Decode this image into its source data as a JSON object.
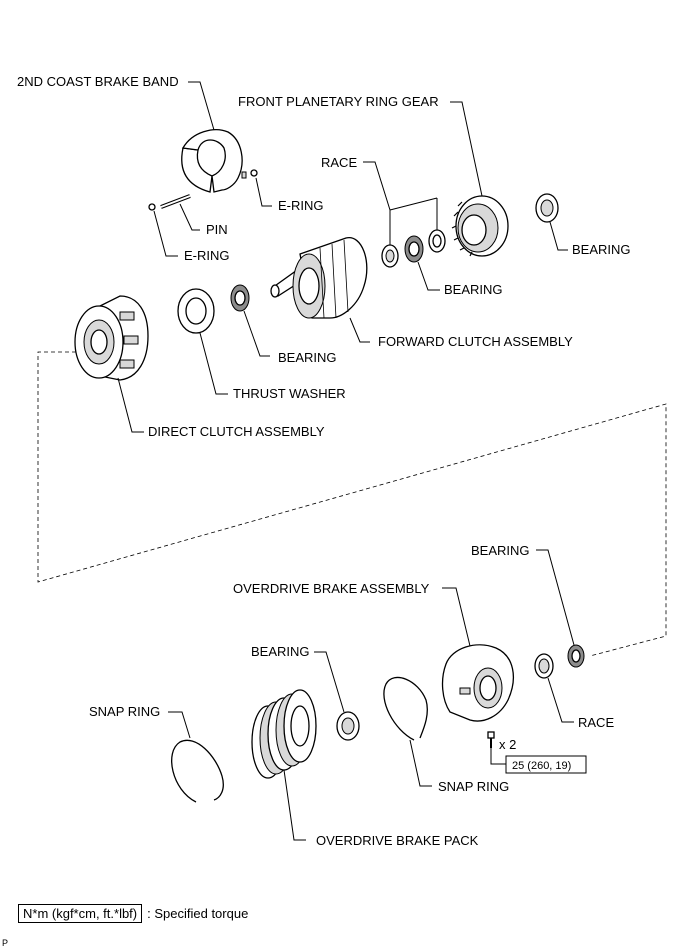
{
  "labels": {
    "coast_brake_band": "2ND COAST BRAKE BAND",
    "front_planetary_ring_gear": "FRONT PLANETARY RING GEAR",
    "race_top": "RACE",
    "e_ring_right": "E-RING",
    "pin": "PIN",
    "e_ring_left": "E-RING",
    "bearing_right_top": "BEARING",
    "bearing_mid": "BEARING",
    "forward_clutch": "FORWARD CLUTCH ASSEMBLY",
    "bearing_thrust": "BEARING",
    "thrust_washer": "THRUST WASHER",
    "direct_clutch": "DIRECT CLUTCH ASSEMBLY",
    "bearing_od": "BEARING",
    "overdrive_brake_assembly": "OVERDRIVE BRAKE ASSEMBLY",
    "bearing_lower": "BEARING",
    "snap_ring_left": "SNAP RING",
    "race_lower": "RACE",
    "bolt_count": "x 2",
    "torque_value": "25 (260, 19)",
    "snap_ring_right": "SNAP RING",
    "overdrive_brake_pack": "OVERDRIVE BRAKE PACK"
  },
  "legend": {
    "unit": "N*m (kgf*cm, ft.*lbf)",
    "text": ": Specified torque"
  },
  "footer": {
    "code": "P"
  }
}
